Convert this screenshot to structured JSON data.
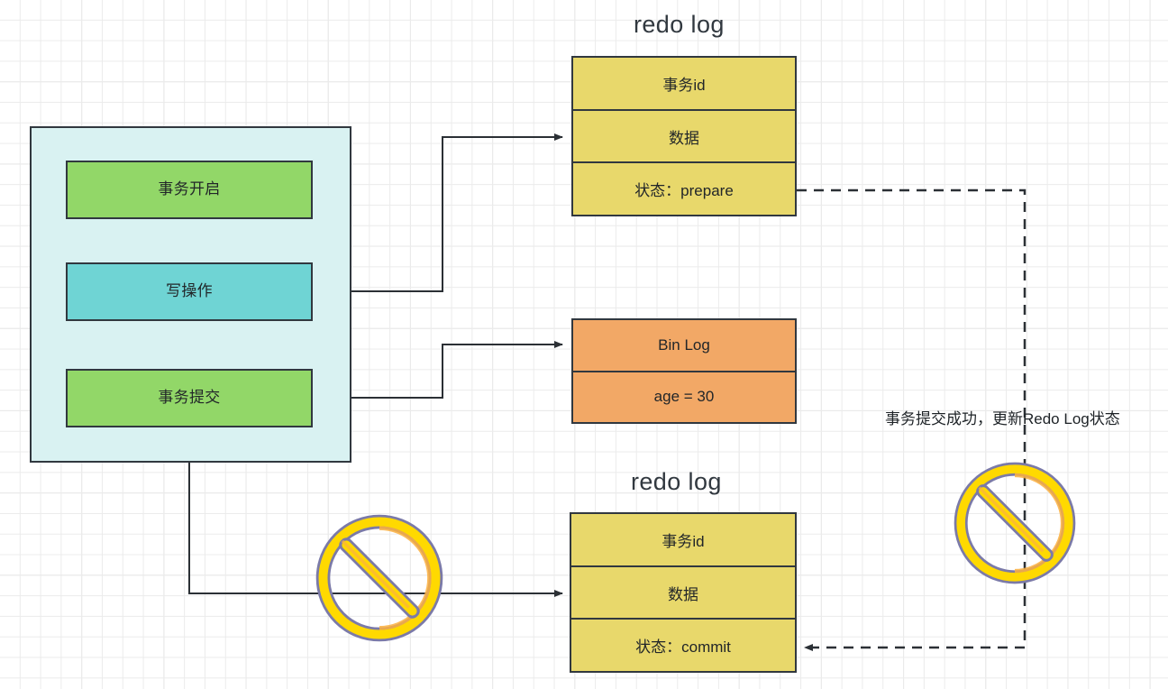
{
  "diagram": {
    "title_top": "redo log",
    "title_bottom": "redo log",
    "annotation": "事务提交成功，更新Redo Log状态",
    "colors": {
      "green": "#92d768",
      "cyan": "#6fd4d4",
      "yellow": "#e8d86b",
      "orange": "#f2a866",
      "container": "#d9f2f2",
      "stroke": "#31383f",
      "icon_ring_outer": "#7b7aa8",
      "icon_ring_fill": "#ffd900",
      "icon_ring_shade": "#fbb040",
      "grid_minor": "#ebebeb",
      "grid_major": "#e0e0e0"
    },
    "transaction_group": {
      "label": "transaction-flow-container",
      "steps": [
        {
          "label": "事务开启",
          "color": "green"
        },
        {
          "label": "写操作",
          "color": "cyan"
        },
        {
          "label": "事务提交",
          "color": "green"
        }
      ]
    },
    "redo_log_top": {
      "title": "redo log",
      "rows": [
        {
          "label": "事务id"
        },
        {
          "label": "数据"
        },
        {
          "label": "状态：prepare"
        }
      ]
    },
    "bin_log": {
      "rows": [
        {
          "label": "Bin Log"
        },
        {
          "label": "age = 30"
        }
      ]
    },
    "redo_log_bottom": {
      "title": "redo log",
      "rows": [
        {
          "label": "事务id"
        },
        {
          "label": "数据"
        },
        {
          "label": "状态：commit"
        }
      ]
    },
    "icons": [
      {
        "name": "prohibition-icon-commit-path",
        "meaning": "blocked"
      },
      {
        "name": "prohibition-icon-status-update",
        "meaning": "blocked"
      }
    ]
  }
}
